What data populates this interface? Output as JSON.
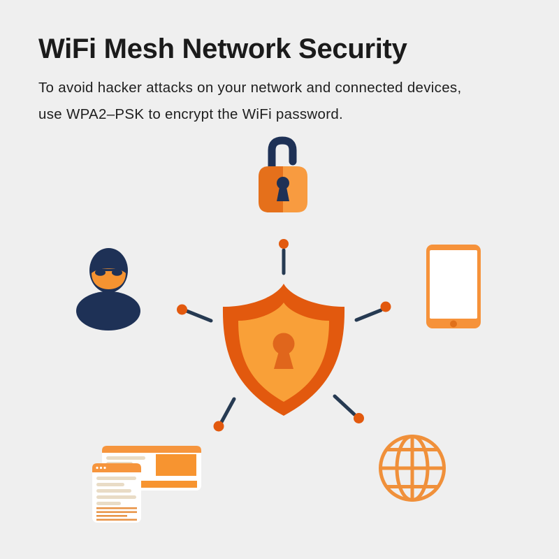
{
  "header": {
    "title": "WiFi Mesh Network Security",
    "subtitle_line1": "To avoid hacker attacks on your network and connected devices,",
    "subtitle_line2": "use WPA2–PSK to encrypt the WiFi password."
  },
  "illustration": {
    "description": "Central security shield with keyhole, unlocked padlock above, connected by spoke lines with dots to surrounding nodes",
    "center_icon": "shield-keyhole-icon",
    "top_icon": "unlocked-padlock-icon",
    "nodes": [
      {
        "icon": "hacker-icon",
        "position": "left"
      },
      {
        "icon": "tablet-icon",
        "position": "right"
      },
      {
        "icon": "browser-windows-icon",
        "position": "bottom-left"
      },
      {
        "icon": "globe-icon",
        "position": "bottom-right"
      }
    ],
    "colors": {
      "background": "#efefef",
      "text": "#1b1b1b",
      "navy": "#1e3156",
      "connector_navy": "#263a52",
      "orange_dark": "#e2590e",
      "orange_lock_left": "#e5701b",
      "orange_light": "#f89b40",
      "shield_inner": "#f9a038",
      "orange_mid": "#f6923a",
      "beige_line": "#e9dcc6",
      "window_white": "#ffffff"
    }
  }
}
